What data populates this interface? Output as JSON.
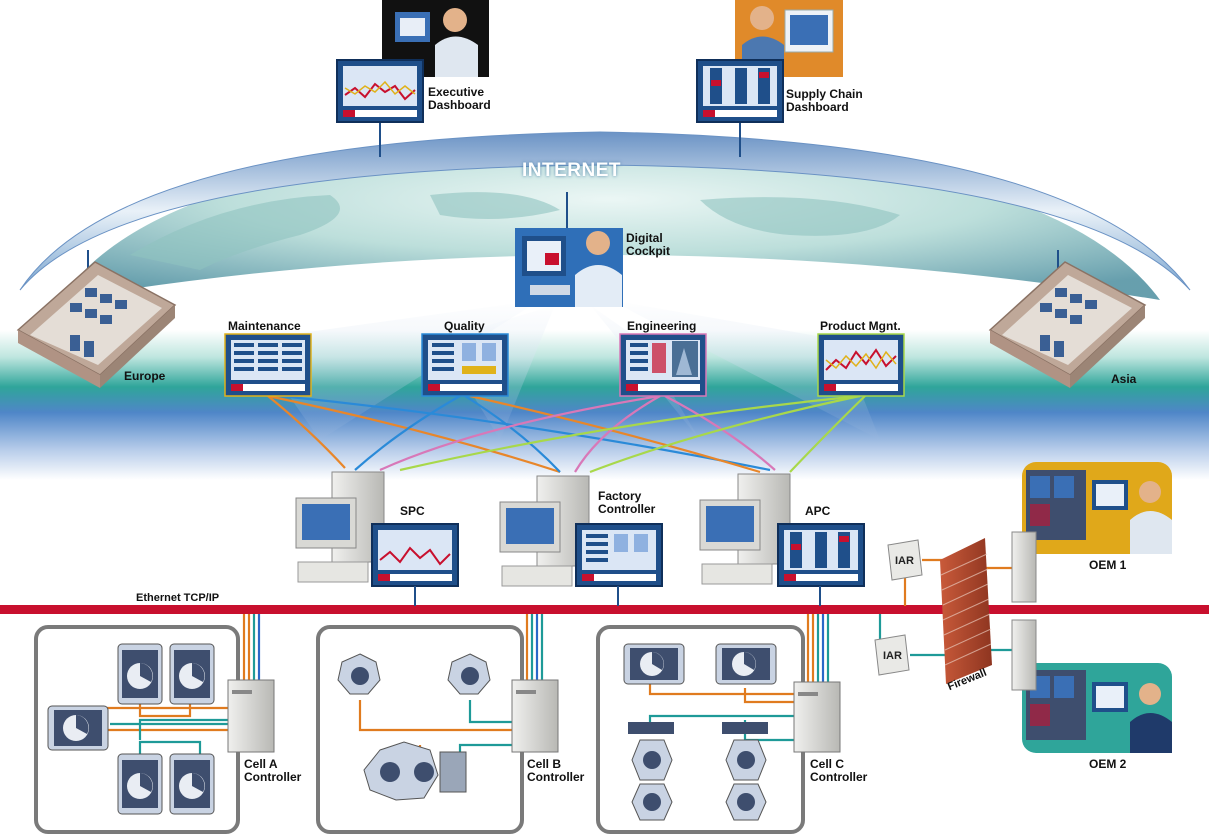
{
  "labels": {
    "internet": "INTERNET",
    "executive_dashboard": "Executive\nDashboard",
    "supply_chain_dashboard": "Supply Chain\nDashboard",
    "digital_cockpit": "Digital\nCockpit",
    "europe": "Europe",
    "asia": "Asia",
    "maintenance": "Maintenance",
    "quality": "Quality",
    "engineering": "Engineering",
    "product_mgnt": "Product Mgnt.",
    "spc": "SPC",
    "factory_controller": "Factory\nController",
    "apc": "APC",
    "ethernet": "Ethernet TCP/IP",
    "cell_a": "Cell A\nController",
    "cell_b": "Cell B\nController",
    "cell_c": "Cell C\nController",
    "firewall": "Firewall",
    "iar_top": "IAR",
    "iar_bottom": "IAR",
    "oem1": "OEM 1",
    "oem2": "OEM 2"
  },
  "colors": {
    "ethernet": "#c8102e",
    "link_orange": "#e8862a",
    "link_blue": "#2a8ad8",
    "link_pink": "#d878b8",
    "link_green": "#a8d84a",
    "cell_wire_orange": "#e07b1f",
    "cell_wire_teal": "#1e9a98",
    "cell_wire_blue": "#2a68c8",
    "dashboard_bg": "#1f4f8a",
    "ocean_teal": "#2fa59a",
    "firewall_brick": "#b84a32"
  }
}
